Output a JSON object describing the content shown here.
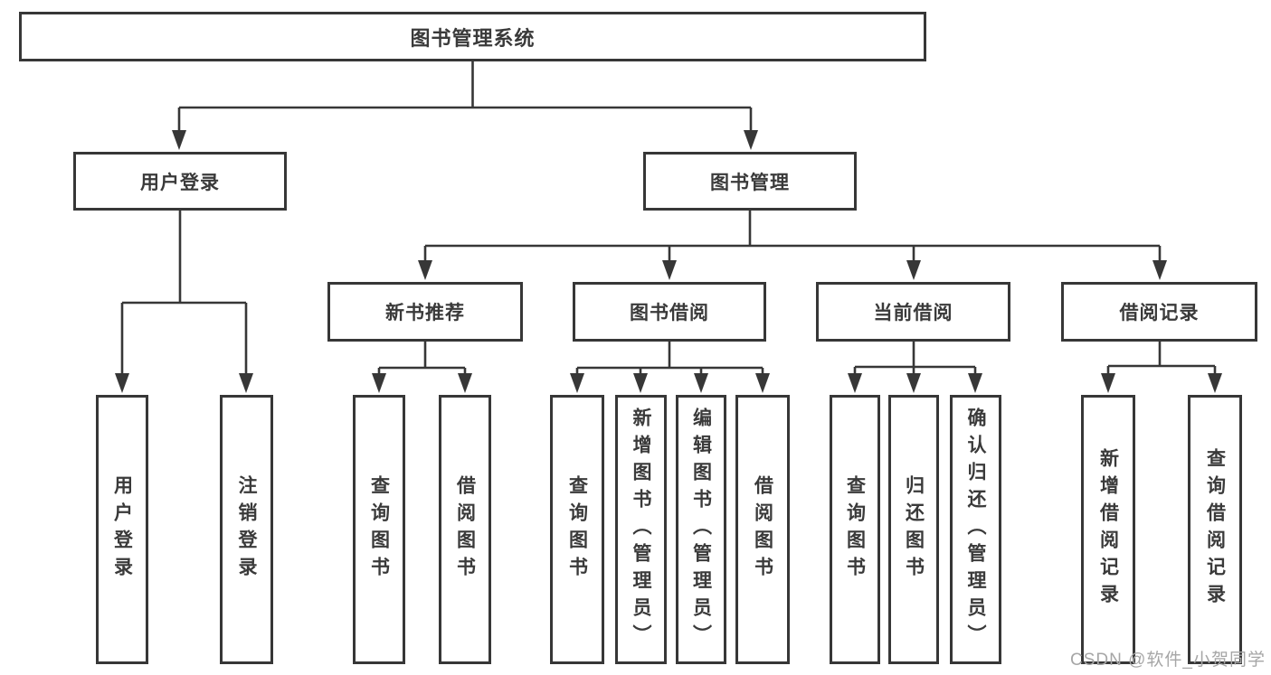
{
  "diagram": {
    "nodes": {
      "root": {
        "label": "图书管理系统"
      },
      "user_login": {
        "label": "用户登录"
      },
      "book_mgmt": {
        "label": "图书管理"
      },
      "new_book_rec": {
        "label": "新书推荐"
      },
      "book_borrow": {
        "label": "图书借阅"
      },
      "current_borrow": {
        "label": "当前借阅"
      },
      "borrow_records": {
        "label": "借阅记录"
      },
      "leaf_user_login": {
        "label": "用户登录"
      },
      "leaf_logout": {
        "label": "注销登录"
      },
      "leaf_query_book_1": {
        "label": "查询图书"
      },
      "leaf_borrow_book_1": {
        "label": "借阅图书"
      },
      "leaf_query_book_2": {
        "label": "查询图书"
      },
      "leaf_add_book": {
        "label": "新增图书（管理员）"
      },
      "leaf_edit_book": {
        "label": "编辑图书（管理员）"
      },
      "leaf_borrow_book_2": {
        "label": "借阅图书"
      },
      "leaf_query_book_3": {
        "label": "查询图书"
      },
      "leaf_return_book": {
        "label": "归还图书"
      },
      "leaf_confirm_return": {
        "label": "确认归还（管理员）"
      },
      "leaf_add_record": {
        "label": "新增借阅记录"
      },
      "leaf_query_record": {
        "label": "查询借阅记录"
      }
    },
    "edges": [
      [
        "root",
        "user_login"
      ],
      [
        "root",
        "book_mgmt"
      ],
      [
        "user_login",
        "leaf_user_login"
      ],
      [
        "user_login",
        "leaf_logout"
      ],
      [
        "book_mgmt",
        "new_book_rec"
      ],
      [
        "book_mgmt",
        "book_borrow"
      ],
      [
        "book_mgmt",
        "current_borrow"
      ],
      [
        "book_mgmt",
        "borrow_records"
      ],
      [
        "new_book_rec",
        "leaf_query_book_1"
      ],
      [
        "new_book_rec",
        "leaf_borrow_book_1"
      ],
      [
        "book_borrow",
        "leaf_query_book_2"
      ],
      [
        "book_borrow",
        "leaf_add_book"
      ],
      [
        "book_borrow",
        "leaf_edit_book"
      ],
      [
        "book_borrow",
        "leaf_borrow_book_2"
      ],
      [
        "current_borrow",
        "leaf_query_book_3"
      ],
      [
        "current_borrow",
        "leaf_return_book"
      ],
      [
        "current_borrow",
        "leaf_confirm_return"
      ],
      [
        "borrow_records",
        "leaf_add_record"
      ],
      [
        "borrow_records",
        "leaf_query_record"
      ]
    ],
    "colors": {
      "line": "#373737",
      "text": "#3a3a3a",
      "background": "#ffffff",
      "watermark_text": "#a6a6a6"
    }
  },
  "watermark": {
    "text": "CSDN @软件_小贺同学"
  }
}
